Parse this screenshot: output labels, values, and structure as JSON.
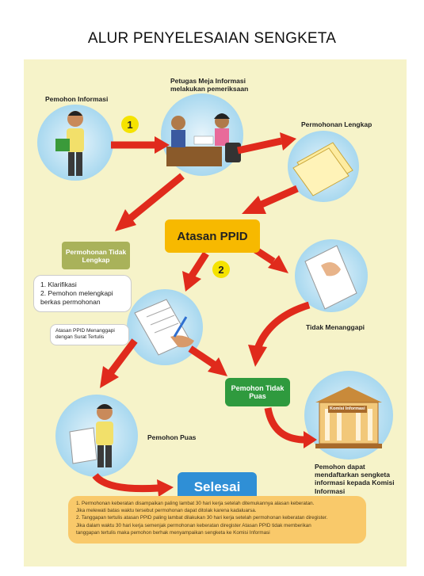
{
  "title": "ALUR PENYELESAIAN SENGKETA",
  "labels": {
    "pemohon_informasi": "Pemohon  Informasi",
    "petugas": "Petugas Meja Informasi melakukan pemeriksaan",
    "permohonan_lengkap": "Permohonan Lengkap",
    "atasan_ppid": "Atasan PPID",
    "permohonan_tidak_lengkap": "Permohonan Tidak Lengkap",
    "tidak_menanggapi": "Tidak Menanggapi",
    "menanggapi": "Atasan PPID Menanggapi dengan Surat Tertulis",
    "pemohon_tidak_puas": "Pemohon Tidak Puas",
    "pemohon_puas": "Pemohon Puas",
    "selesai": "Selesai",
    "komisi_sign": "Komisi Informasi",
    "pemohon_dapat": "Pemohon dapat mendaftarkan sengketa informasi kepada Komisi Informasi"
  },
  "steps": [
    "1",
    "2"
  ],
  "bubble_items": [
    "1. Klarifikasi",
    "2. Pemohon melengkapi berkas permohonan"
  ],
  "notes": [
    "1. Permohonan keberatan disampaikan paling lambat 30 hari kerja setelah ditemukannya alasan keberatan.",
    "Jika melewati batas waktu tersebut permohonan dapat ditolak karena kadaluarsa.",
    "2. Tanggapan tertulis atasan PPID paling lambat dilakukan 30 hari kerja setelah permohonan keberatan diregister.",
    "Jika dalam waktu 30 hari kerja semenjak permohonan keberatan diregister Atasan PPID tidak memberikan",
    "tanggapan tertulis maka pemohon berhak menyampaikan sengketa ke Komisi Informasi"
  ],
  "colors": {
    "arrow": "#e02a1c",
    "atasan": "#f7b900",
    "tidak_lengkap": "#a9b25a",
    "tidak_puas": "#2f9a3e",
    "selesai": "#2f8fd6",
    "board": "#f6f3c9"
  }
}
